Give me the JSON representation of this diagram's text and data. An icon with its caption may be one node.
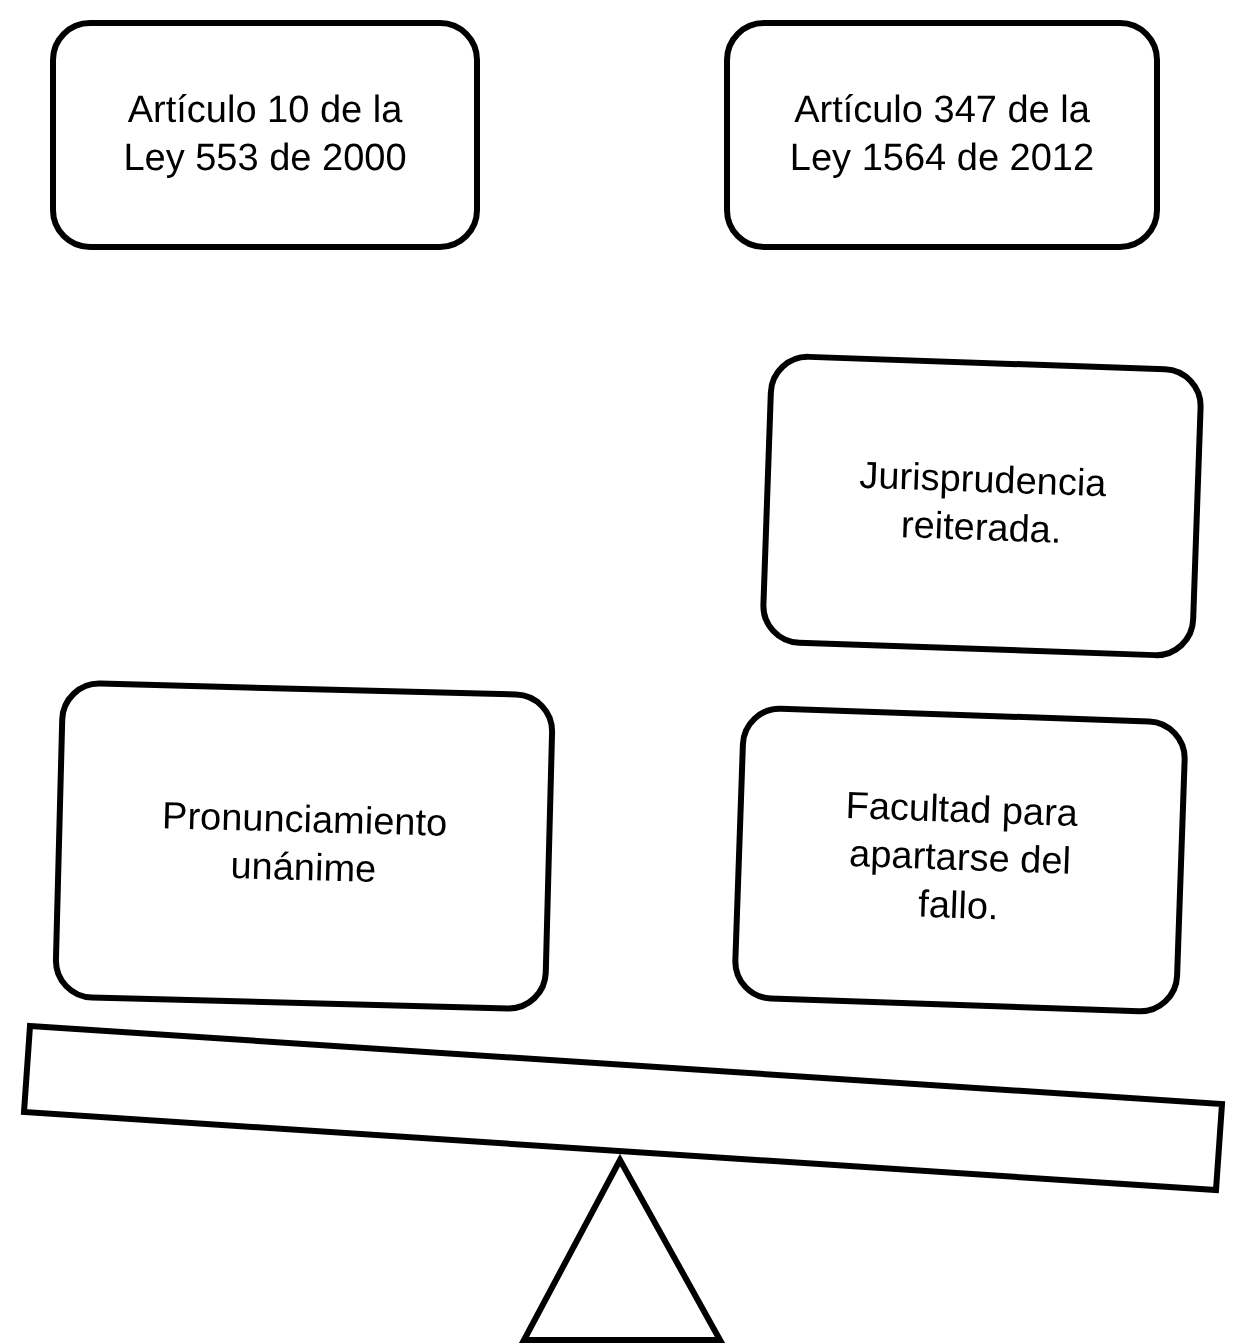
{
  "diagram": {
    "nodes": [
      {
        "text": [
          "Artículo 10 de la Ley 553 de 2000"
        ]
      },
      {
        "text": [
          "Artículo 347 de la Ley 1564 de 2012"
        ]
      },
      {
        "text": [
          "Jurisprudencia reiterada."
        ]
      },
      {
        "text": [
          "Pronunciamiento unánime"
        ]
      },
      {
        "text": [
          "Facultad para apartarse del fallo."
        ]
      }
    ]
  }
}
